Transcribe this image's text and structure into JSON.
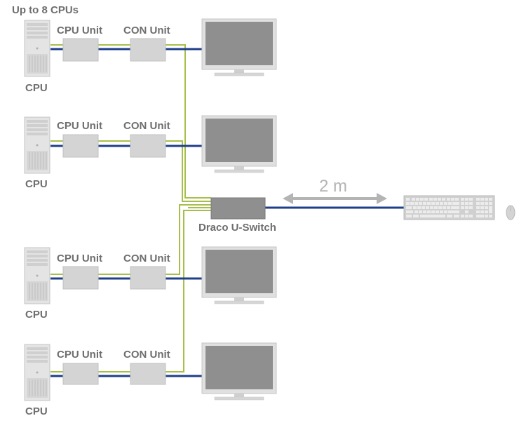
{
  "header": {
    "title": "Up to 8 CPUs"
  },
  "rows": [
    {
      "cpu_label": "CPU",
      "cpu_unit_label": "CPU Unit",
      "con_unit_label": "CON Unit"
    },
    {
      "cpu_label": "CPU",
      "cpu_unit_label": "CPU Unit",
      "con_unit_label": "CON Unit"
    },
    {
      "cpu_label": "CPU",
      "cpu_unit_label": "CPU Unit",
      "con_unit_label": "CON Unit"
    },
    {
      "cpu_label": "CPU",
      "cpu_unit_label": "CPU Unit",
      "con_unit_label": "CON Unit"
    }
  ],
  "switch": {
    "label": "Draco U-Switch"
  },
  "distance": {
    "label": "2 m"
  },
  "colors": {
    "cable_blue": "#1f3f8a",
    "cable_green": "#a6bf4a",
    "device_gray": "#d4d4d4",
    "text_gray": "#6e6e6e",
    "arrow_gray": "#b4b4b4"
  }
}
